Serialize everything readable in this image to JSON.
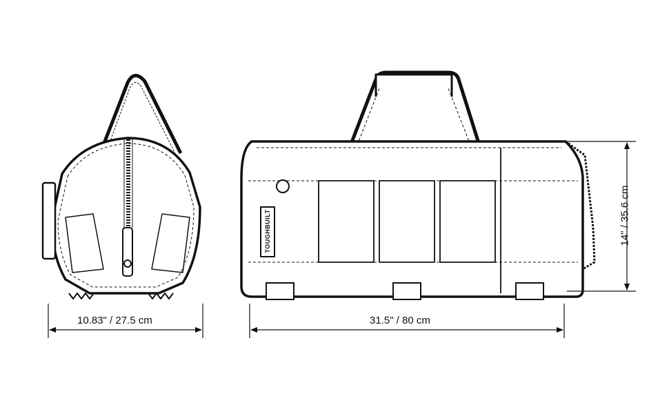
{
  "diagram": {
    "title": "Bag dimension drawing",
    "views": [
      {
        "name": "side-view",
        "description": "End view of bag with zipper, handle and feet"
      },
      {
        "name": "front-view",
        "description": "Front view of bag with panels, handle, brand label and feet"
      }
    ],
    "brand_label": "TOUGHBUILT",
    "dimensions": {
      "side_width": "10.83\"  /  27.5 cm",
      "front_length": "31.5\"  /  80 cm",
      "height": "14\"  /  35.6 cm"
    },
    "colors": {
      "line": "#111111",
      "fill": "#ffffff",
      "dim_line": "#555555"
    }
  }
}
